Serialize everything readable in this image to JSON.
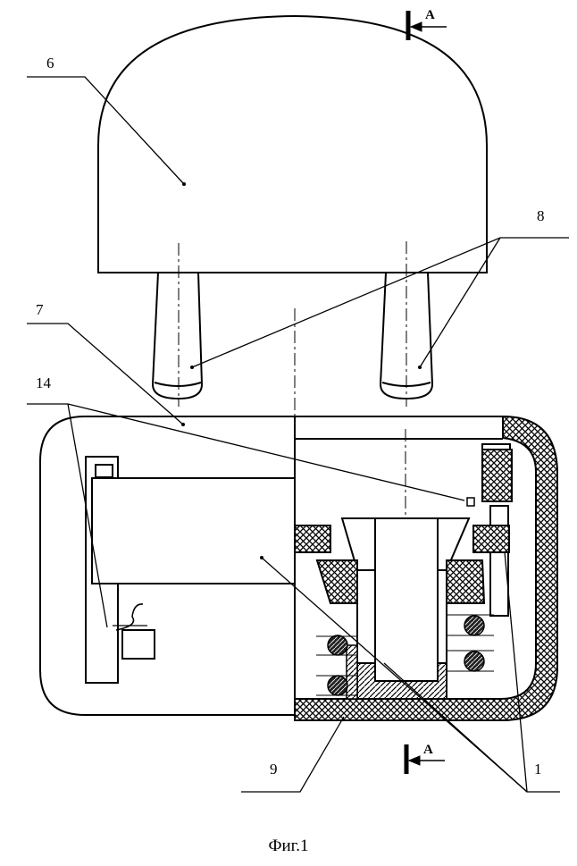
{
  "figure": {
    "caption": "Фиг.1",
    "section_mark": "А"
  },
  "callouts": [
    {
      "id": "6",
      "label": "6"
    },
    {
      "id": "8",
      "label": "8"
    },
    {
      "id": "7",
      "label": "7"
    },
    {
      "id": "14",
      "label": "14"
    },
    {
      "id": "9",
      "label": "9"
    },
    {
      "id": "1",
      "label": "1"
    }
  ],
  "colors": {
    "ink": "#000000",
    "paper": "#ffffff"
  }
}
